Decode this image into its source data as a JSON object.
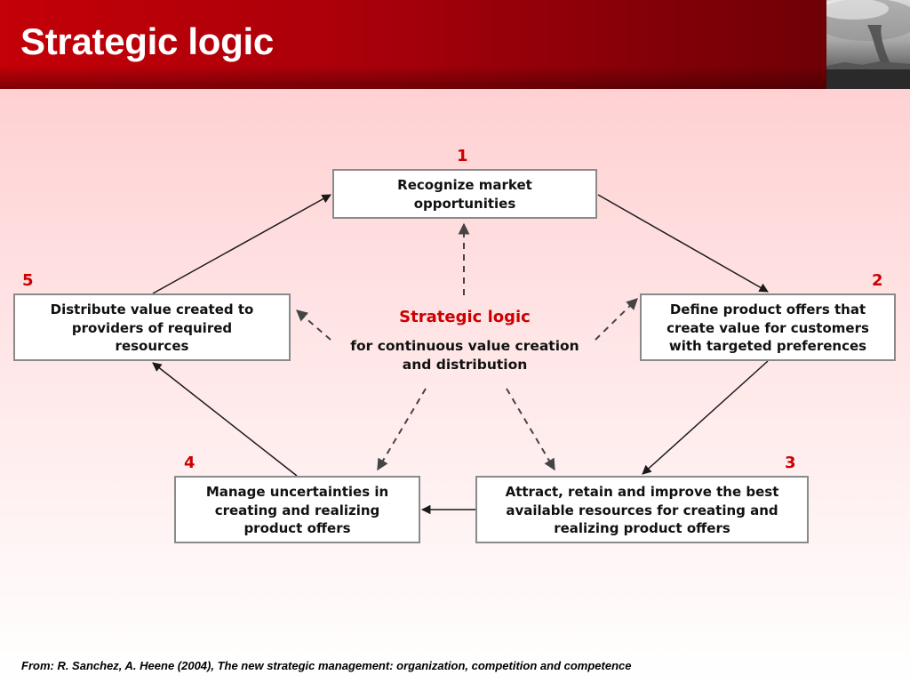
{
  "slide": {
    "title": "Strategic logic",
    "source": "From: R. Sanchez, A. Heene (2004), The new strategic management: organization, competition and competence"
  },
  "diagram": {
    "center": {
      "title": "Strategic logic",
      "subtitle_line1": "for continuous value creation",
      "subtitle_line2": "and distribution"
    },
    "steps": [
      {
        "number": "1",
        "lines": [
          "Recognize market",
          "opportunities"
        ]
      },
      {
        "number": "2",
        "lines": [
          "Define product offers that",
          "create value for customers",
          "with targeted preferences"
        ]
      },
      {
        "number": "3",
        "lines": [
          "Attract, retain and improve the best",
          "available resources for creating and",
          "realizing product offers"
        ]
      },
      {
        "number": "4",
        "lines": [
          "Manage uncertainties in",
          "creating and realizing",
          "product offers"
        ]
      },
      {
        "number": "5",
        "lines": [
          "Distribute value created to",
          "providers of required",
          "resources"
        ]
      }
    ]
  },
  "colors": {
    "accent_red": "#cc0000",
    "header_red": "#b00008",
    "box_border": "#8a8a8a",
    "arrow": "#1a1a1a",
    "dashed_arrow": "#444444"
  }
}
